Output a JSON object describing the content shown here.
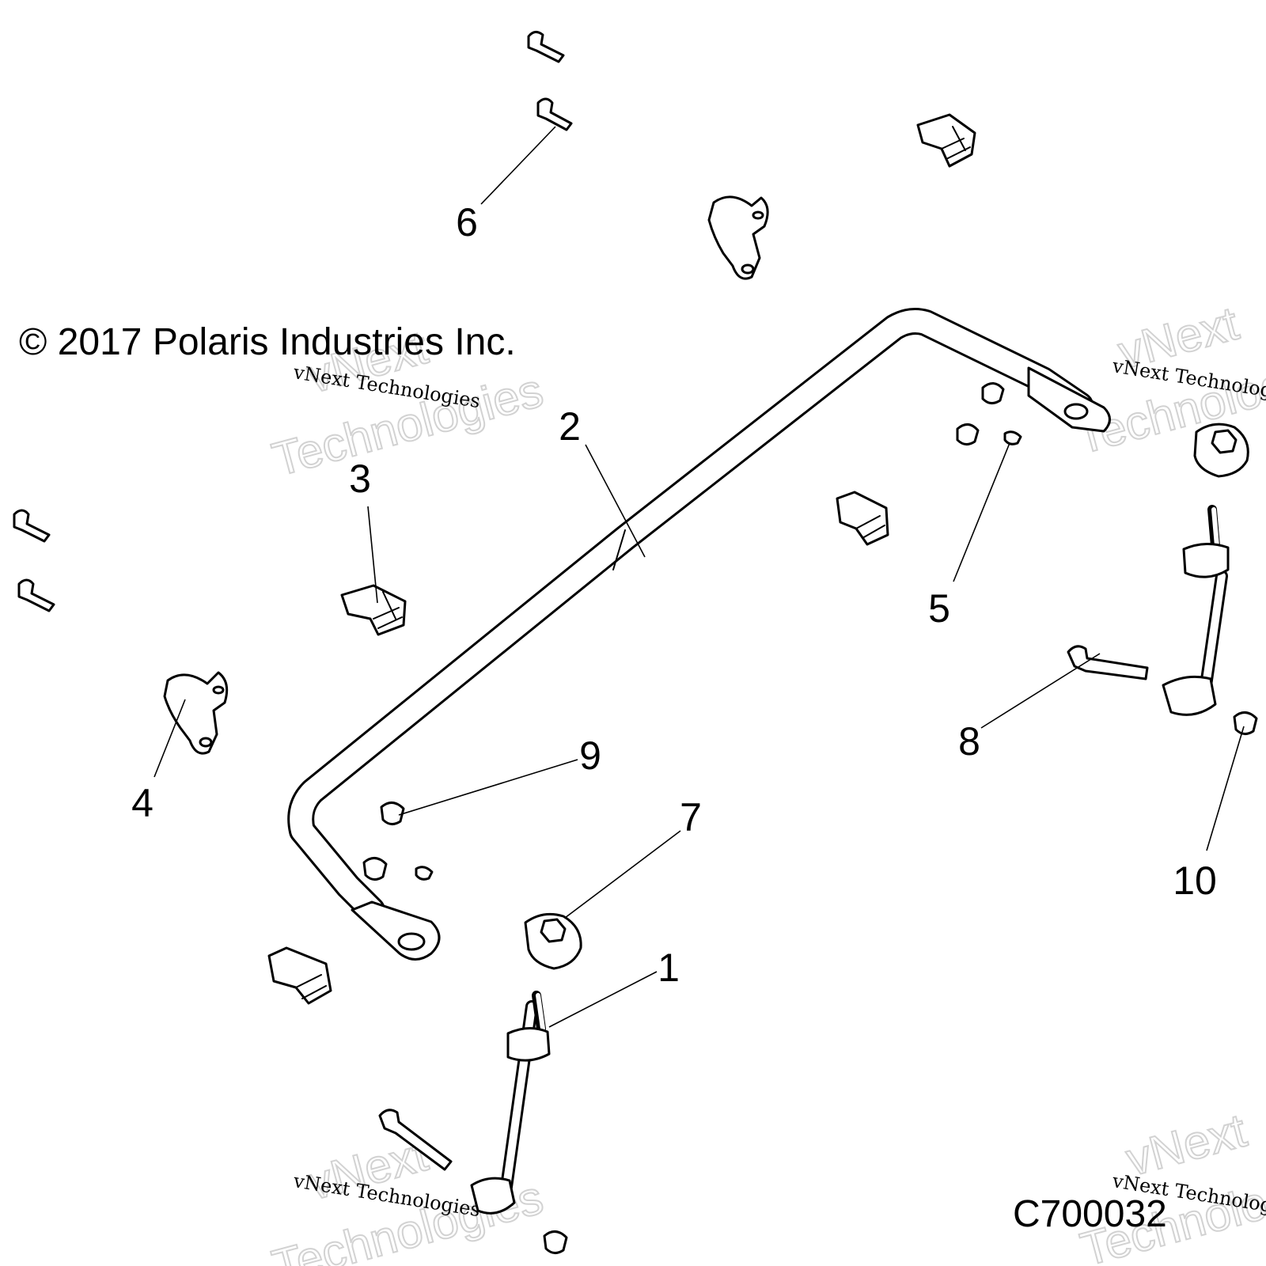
{
  "copyright": "© 2017 Polaris Industries Inc.",
  "drawing_id": "C700032",
  "watermark": {
    "small_text": "vNext Technologies",
    "big_line1": "vNext",
    "big_line2": "Technologies"
  },
  "callouts": {
    "c1": "1",
    "c2": "2",
    "c3": "3",
    "c4": "4",
    "c5": "5",
    "c6": "6",
    "c7": "7",
    "c8": "8",
    "c9": "9",
    "c10": "10"
  },
  "colors": {
    "line": "#000000",
    "background": "#ffffff",
    "watermark": "#c8c8c8"
  }
}
